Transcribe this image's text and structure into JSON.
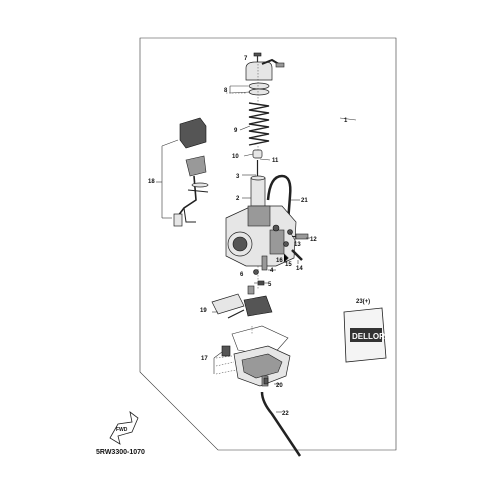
{
  "labels": {
    "p1": "1",
    "p2": "2",
    "p3": "3",
    "p4": "4",
    "p5": "5",
    "p6": "6",
    "p7": "7",
    "p8": "8",
    "p9": "9",
    "p10": "10",
    "p11": "11",
    "p12": "12",
    "p13": "13",
    "p14": "14",
    "p15": "15",
    "p16": "16",
    "p17": "17",
    "p18": "18",
    "p19": "19",
    "p20": "20",
    "p21": "21",
    "p22": "22",
    "p23": "23(+)"
  },
  "kit_text": "DELLORTO",
  "fwd_text": "FWD",
  "diagram_code": "5RW3300-1070"
}
